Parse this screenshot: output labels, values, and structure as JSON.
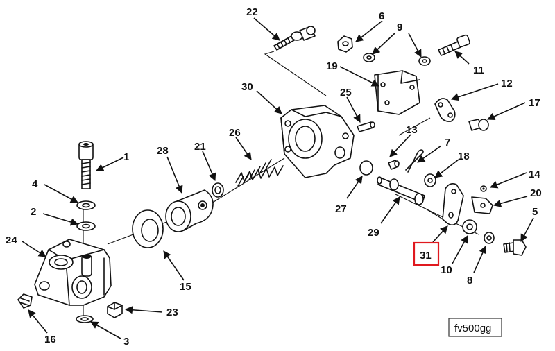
{
  "figure_id": "fv500gg",
  "highlighted_callout": "31",
  "callouts": [
    {
      "key": "c1",
      "label": "1"
    },
    {
      "key": "c2",
      "label": "2"
    },
    {
      "key": "c3",
      "label": "3"
    },
    {
      "key": "c4",
      "label": "4"
    },
    {
      "key": "c5",
      "label": "5"
    },
    {
      "key": "c6",
      "label": "6"
    },
    {
      "key": "c7",
      "label": "7"
    },
    {
      "key": "c8",
      "label": "8"
    },
    {
      "key": "c9",
      "label": "9"
    },
    {
      "key": "c10",
      "label": "10"
    },
    {
      "key": "c11",
      "label": "11"
    },
    {
      "key": "c12",
      "label": "12"
    },
    {
      "key": "c13",
      "label": "13"
    },
    {
      "key": "c14",
      "label": "14"
    },
    {
      "key": "c15",
      "label": "15"
    },
    {
      "key": "c16",
      "label": "16"
    },
    {
      "key": "c17",
      "label": "17"
    },
    {
      "key": "c18",
      "label": "18"
    },
    {
      "key": "c19",
      "label": "19"
    },
    {
      "key": "c20",
      "label": "20"
    },
    {
      "key": "c21",
      "label": "21"
    },
    {
      "key": "c22",
      "label": "22"
    },
    {
      "key": "c23",
      "label": "23"
    },
    {
      "key": "c24",
      "label": "24"
    },
    {
      "key": "c25",
      "label": "25"
    },
    {
      "key": "c26",
      "label": "26"
    },
    {
      "key": "c27",
      "label": "27"
    },
    {
      "key": "c28",
      "label": "28"
    },
    {
      "key": "c29",
      "label": "29"
    },
    {
      "key": "c30",
      "label": "30"
    },
    {
      "key": "c31",
      "label": "31"
    }
  ]
}
